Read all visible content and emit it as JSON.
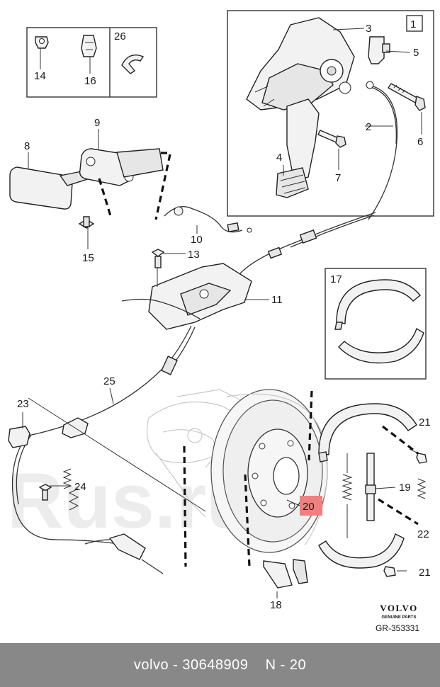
{
  "callouts": {
    "c1": "1",
    "c2": "2",
    "c3": "3",
    "c4": "4",
    "c5": "5",
    "c6": "6",
    "c7": "7",
    "c8": "8",
    "c9": "9",
    "c10": "10",
    "c11": "11",
    "c13": "13",
    "c14": "14",
    "c15": "15",
    "c16": "16",
    "c17": "17",
    "c18": "18",
    "c19": "19",
    "c20": "20",
    "c21a": "21",
    "c21b": "21",
    "c22": "22",
    "c23": "23",
    "c24": "24",
    "c25": "25",
    "c26": "26"
  },
  "highlight_color": "#f08080",
  "watermark": "Rus.ru",
  "brand": {
    "name": "VOLVO",
    "tagline": "GENUINE PARTS",
    "code": "GR-353331"
  },
  "footer": {
    "brand": "volvo",
    "separator": " - ",
    "part_number": "30648909",
    "position": "N - 20"
  }
}
